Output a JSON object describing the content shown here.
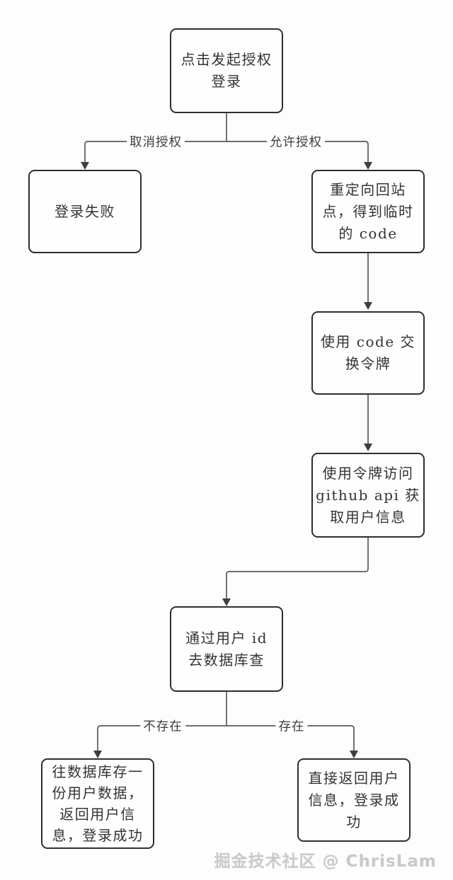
{
  "diagram": {
    "title_hint": "github-oauth-login-flowchart",
    "nodes": [
      {
        "id": "start",
        "label": "点击发起授权\n登录"
      },
      {
        "id": "login-fail",
        "label": "登录失败"
      },
      {
        "id": "redirect",
        "label": "重定向回站\n点，得到临时\n的 code"
      },
      {
        "id": "exchange",
        "label": "使用 code 交\n换令牌"
      },
      {
        "id": "fetch-user",
        "label": "使用令牌访问\ngithub api 获\n取用户信息"
      },
      {
        "id": "query-db",
        "label": "通过用户 id\n去数据库查"
      },
      {
        "id": "save-user",
        "label": "往数据库存一\n份用户数据，\n返回用户信\n息，登录成功"
      },
      {
        "id": "return-user",
        "label": "直接返回用户\n信息，登录成\n功"
      }
    ],
    "edges": {
      "cancel": {
        "label": "取消授权"
      },
      "allow": {
        "label": "允许授权"
      },
      "not_exist": {
        "label": "不存在"
      },
      "exist": {
        "label": "存在"
      }
    },
    "watermark": "掘金技术社区 @ ChrisLam",
    "colors": {
      "box_border": "#2e2e2e",
      "connector": "#5a5a5a",
      "arrowhead": "#3f3f3f",
      "text": "#333333",
      "watermark": "#c9c9c9",
      "background": "#fdfdfd"
    }
  }
}
